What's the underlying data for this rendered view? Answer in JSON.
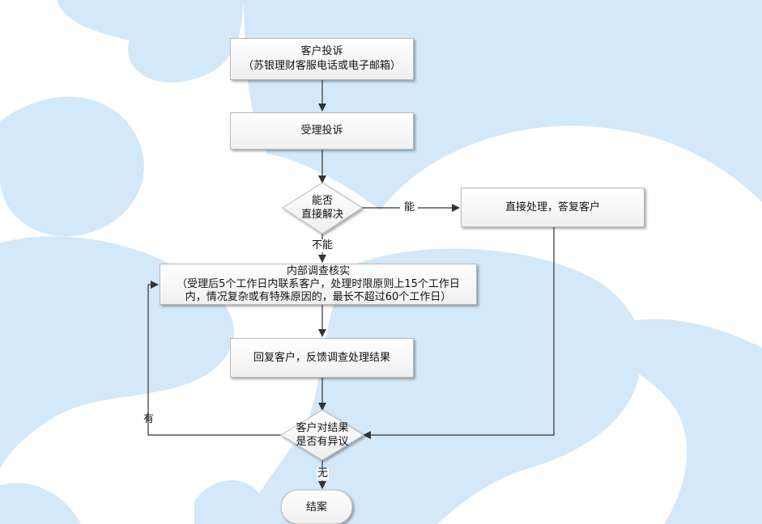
{
  "nodes": {
    "complaint": {
      "line1": "客户投诉",
      "line2": "（苏银理财客服电话或电子邮箱）"
    },
    "accept": {
      "label": "受理投诉"
    },
    "decision_can": {
      "line1": "能否",
      "line2": "直接解决"
    },
    "direct": {
      "label": "直接处理，答复客户"
    },
    "investigate": {
      "line1": "内部调查核实",
      "line2": "（受理后5个工作日内联系客户，处理时限原则上15个工作日",
      "line3": "内，情况复杂或有特殊原因的，最长不超过60个工作日）"
    },
    "reply": {
      "label": "回复客户，反馈调查处理结果"
    },
    "decision_objection": {
      "line1": "客户对结果",
      "line2": "是否有异议"
    },
    "end": {
      "label": "结案"
    }
  },
  "edge_labels": {
    "can": "能",
    "cannot": "不能",
    "has": "有",
    "none": "无"
  },
  "colors": {
    "watermark": "#d3e8f9",
    "line": "#333333",
    "box_border": "#b9b9b9"
  }
}
